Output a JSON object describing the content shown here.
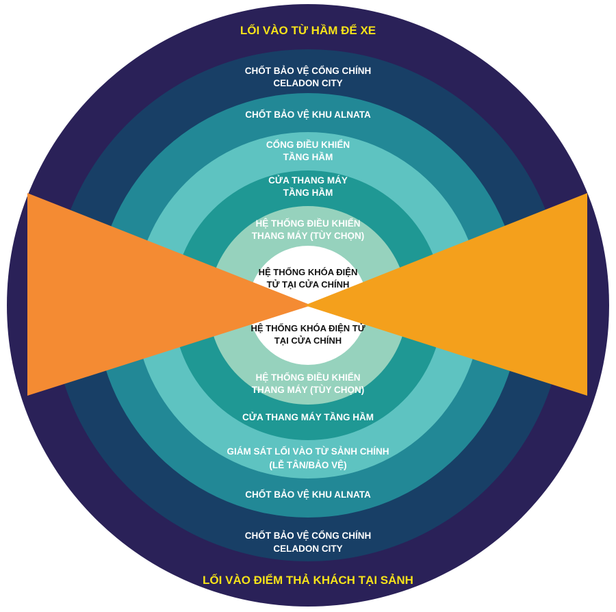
{
  "colors": {
    "ring_outer": "#2a2158",
    "ring_2": "#183f66",
    "ring_3": "#228896",
    "ring_4": "#5ec3c1",
    "ring_5": "#1f9894",
    "ring_6": "#96d2bd",
    "core": "#ffffff",
    "wedge_left": "#f48b33",
    "wedge_right": "#f4a01c",
    "label_yellow": "#f5e21a",
    "label_white": "#ffffff",
    "label_dark": "#111111"
  },
  "diagram": {
    "top_title": "LỐI VÀO TỪ HẦM ĐỂ XE",
    "bottom_title": "LỐI VÀO ĐIỂM THẢ KHÁCH TẠI SẢNH",
    "top_labels": {
      "ring2_line1": "CHỐT BẢO VỆ CỔNG CHÍNH",
      "ring2_line2": "CELADON CITY",
      "ring3": "CHỐT BẢO VỆ KHU ALNATA",
      "ring4_line1": "CỔNG ĐIỀU KHIỂN",
      "ring4_line2": "TẦNG HẦM",
      "ring5_line1": "CỬA THANG MÁY",
      "ring5_line2": "TẦNG HẦM",
      "ring6_line1": "HỆ THỐNG ĐIỀU KHIỂN",
      "ring6_line2": "THANG MÁY (TÙY CHỌN)",
      "core_line1": "HỆ THỐNG KHÓA ĐIỆN",
      "core_line2": "TỬ TẠI CỬA CHÍNH"
    },
    "bottom_labels": {
      "core_line1": "HỆ THỐNG KHÓA ĐIỆN TỬ",
      "core_line2": "TẠI CỬA CHÍNH",
      "ring6_line1": "HỆ THỐNG ĐIỀU KHIỂN",
      "ring6_line2": "THANG MÁY (TÙY CHỌN)",
      "ring5": "CỬA THANG MÁY TẦNG HẦM",
      "ring4_line1": "GIÁM SÁT LỐI VÀO TỪ SẢNH CHÍNH",
      "ring4_line2": "(LỄ TÂN/BẢO VỆ)",
      "ring3": "CHỐT BẢO VỆ KHU ALNATA",
      "ring2_line1": "CHỐT BẢO VỆ CỔNG CHÍNH",
      "ring2_line2": "CELADON CITY"
    }
  }
}
